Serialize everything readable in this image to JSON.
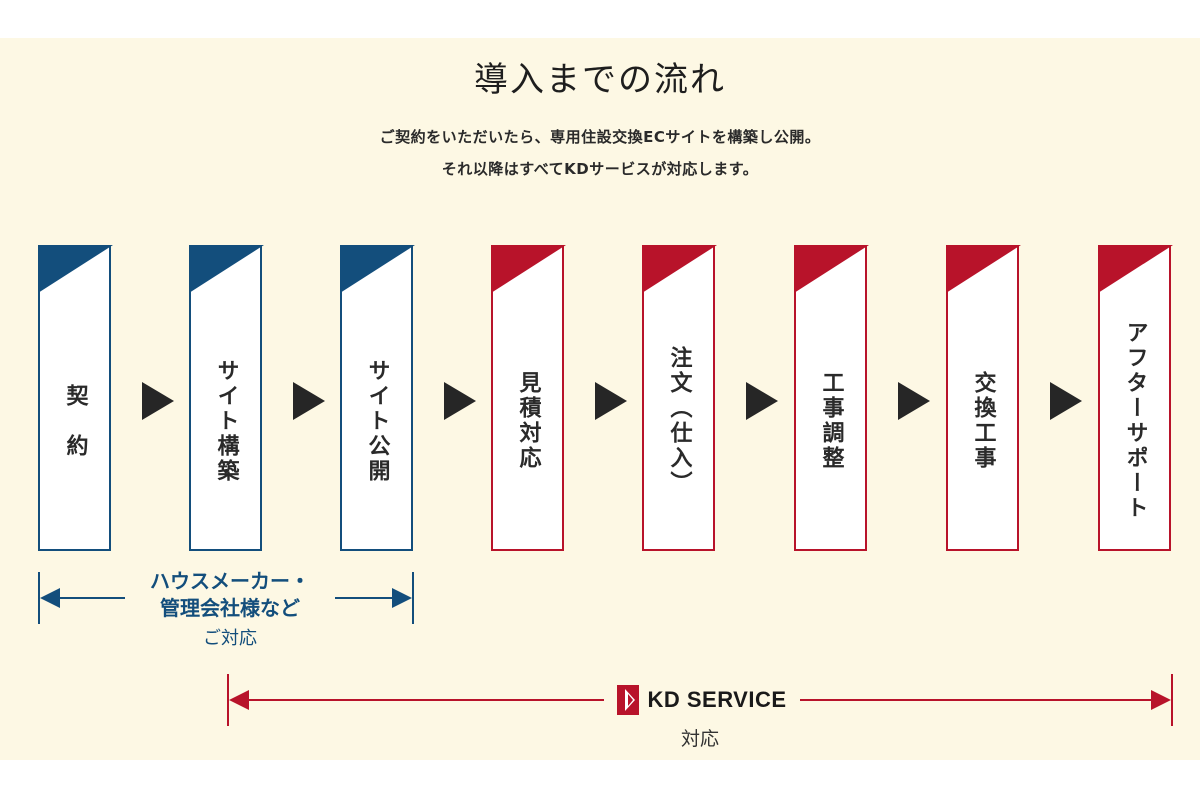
{
  "title": "導入までの流れ",
  "description": [
    "ご契約をいただいたら、専用住設交換ECサイトを構築し公開。",
    "それ以降はすべてKDサービスが対応します。"
  ],
  "steps": [
    {
      "label": "契　約",
      "group": "customer"
    },
    {
      "label": "サイト構築",
      "group": "customer"
    },
    {
      "label": "サイト公開",
      "group": "customer"
    },
    {
      "label": "見積対応",
      "group": "kd"
    },
    {
      "label": "注文（仕入）",
      "group": "kd"
    },
    {
      "label": "工事調整",
      "group": "kd"
    },
    {
      "label": "交換工事",
      "group": "kd"
    },
    {
      "label": "アフターサポート",
      "group": "kd"
    }
  ],
  "customer_range": {
    "label_line1": "ハウスメーカー・",
    "label_line2": "管理会社様など",
    "sub": "ご対応"
  },
  "kd_range": {
    "brand": "KD SERVICE",
    "sub": "対応"
  },
  "colors": {
    "blue": "#134e7c",
    "red": "#b8132a",
    "background": "#fdf8e4"
  }
}
